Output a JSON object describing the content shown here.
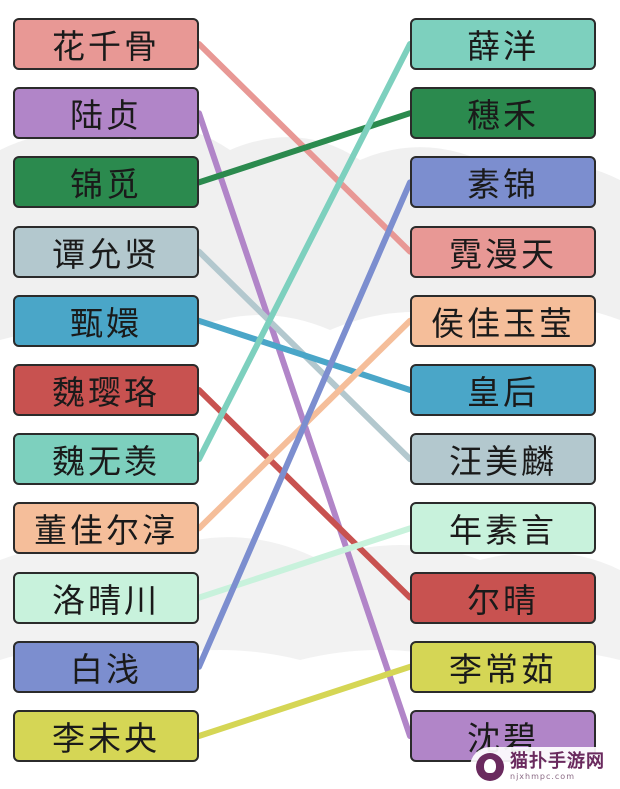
{
  "left_items": [
    {
      "id": "L1",
      "label": "花千骨",
      "color": "#E89895"
    },
    {
      "id": "L2",
      "label": "陆贞",
      "color": "#B185C8"
    },
    {
      "id": "L3",
      "label": "锦觅",
      "color": "#2B8A4E"
    },
    {
      "id": "L4",
      "label": "谭允贤",
      "color": "#B3C8CE"
    },
    {
      "id": "L5",
      "label": "甄嬛",
      "color": "#4AA6C8"
    },
    {
      "id": "L6",
      "label": "魏璎珞",
      "color": "#C85250"
    },
    {
      "id": "L7",
      "label": "魏无羡",
      "color": "#7DD0BE"
    },
    {
      "id": "L8",
      "label": "董佳尔淳",
      "color": "#F5BE9A"
    },
    {
      "id": "L9",
      "label": "洛晴川",
      "color": "#C8F2DC"
    },
    {
      "id": "L10",
      "label": "白浅",
      "color": "#7C8ECF"
    },
    {
      "id": "L11",
      "label": "李未央",
      "color": "#D5D655"
    }
  ],
  "right_items": [
    {
      "id": "R1",
      "label": "薛洋",
      "color": "#7DD0BE"
    },
    {
      "id": "R2",
      "label": "穗禾",
      "color": "#2B8A4E"
    },
    {
      "id": "R3",
      "label": "素锦",
      "color": "#7C8ECF"
    },
    {
      "id": "R4",
      "label": "霓漫天",
      "color": "#E89895"
    },
    {
      "id": "R5",
      "label": "侯佳玉莹",
      "color": "#F5BE9A"
    },
    {
      "id": "R6",
      "label": "皇后",
      "color": "#4AA6C8"
    },
    {
      "id": "R7",
      "label": "汪美麟",
      "color": "#B3C8CE"
    },
    {
      "id": "R8",
      "label": "年素言",
      "color": "#C8F2DC"
    },
    {
      "id": "R9",
      "label": "尔晴",
      "color": "#C85250"
    },
    {
      "id": "R10",
      "label": "李常茹",
      "color": "#D5D655"
    },
    {
      "id": "R11",
      "label": "沈碧",
      "color": "#B185C8"
    }
  ],
  "connections": [
    {
      "from": "L1",
      "to": "R4",
      "color": "#E89895"
    },
    {
      "from": "L2",
      "to": "R11",
      "color": "#B185C8"
    },
    {
      "from": "L3",
      "to": "R2",
      "color": "#2B8A4E"
    },
    {
      "from": "L4",
      "to": "R7",
      "color": "#B3C8CE"
    },
    {
      "from": "L5",
      "to": "R6",
      "color": "#4AA6C8"
    },
    {
      "from": "L6",
      "to": "R9",
      "color": "#C85250"
    },
    {
      "from": "L7",
      "to": "R1",
      "color": "#7DD0BE"
    },
    {
      "from": "L8",
      "to": "R5",
      "color": "#F5BE9A"
    },
    {
      "from": "L9",
      "to": "R8",
      "color": "#C8F2DC"
    },
    {
      "from": "L10",
      "to": "R3",
      "color": "#7C8ECF"
    },
    {
      "from": "L11",
      "to": "R10",
      "color": "#D5D655"
    }
  ],
  "watermark": {
    "title": "猫扑手游网",
    "subtitle": "njxhmpc.com",
    "icon": "cat-logo-icon"
  }
}
